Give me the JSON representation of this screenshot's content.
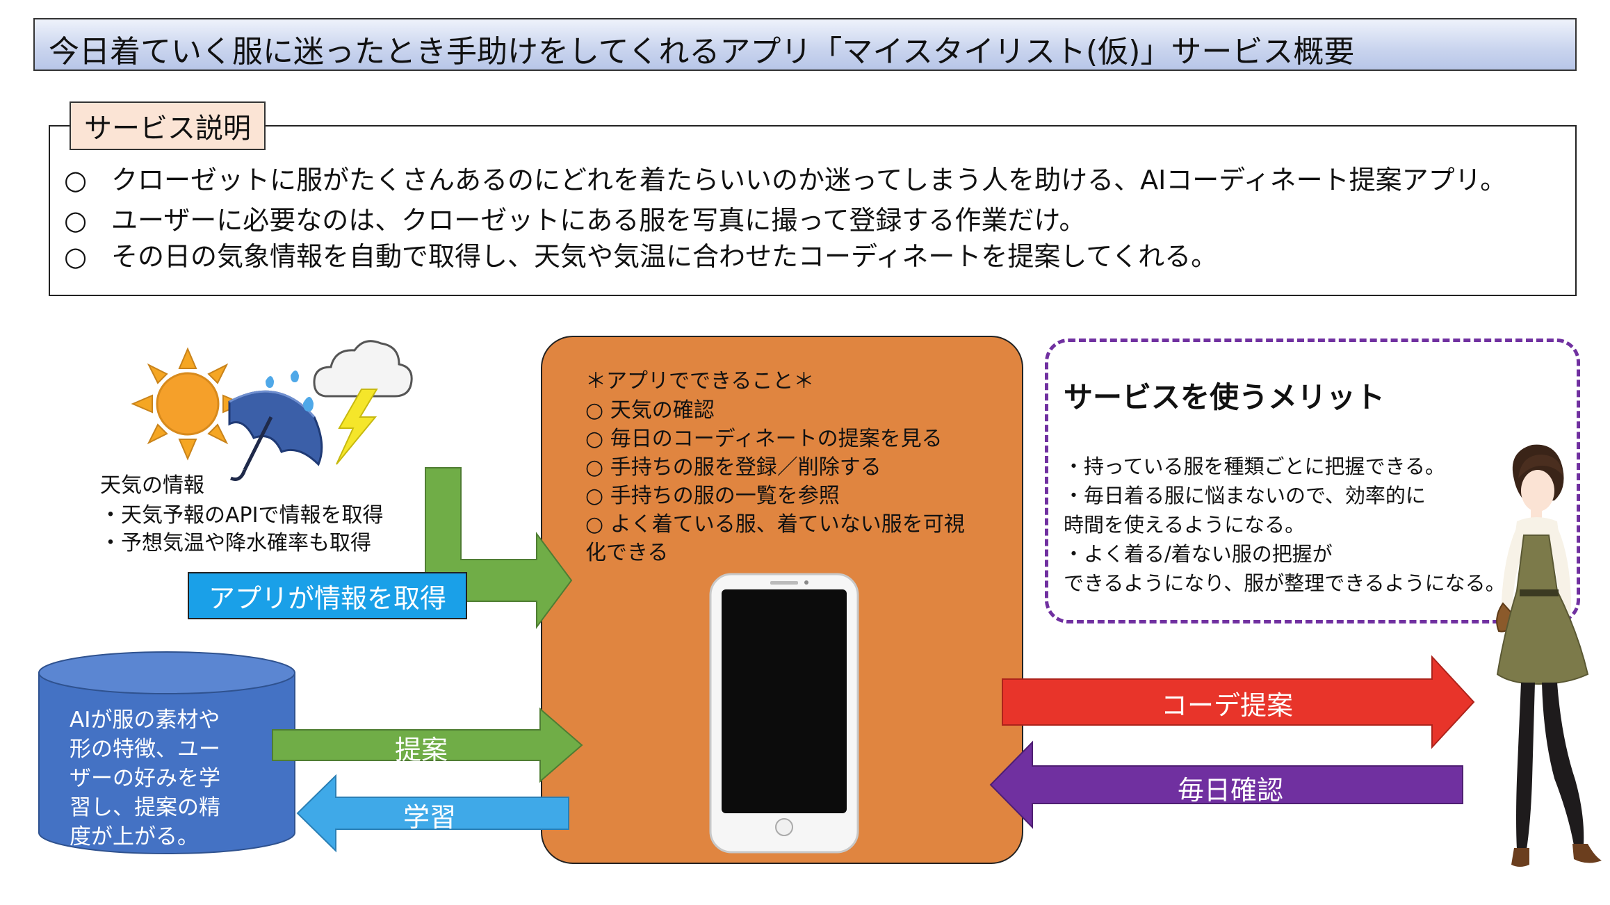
{
  "title": "今日着ていく服に迷ったとき手助けをしてくれるアプリ「マイスタイリスト(仮)」サービス概要",
  "service": {
    "tag": "サービス説明",
    "bullet_mark": "○",
    "items": [
      "クローゼットに服がたくさんあるのにどれを着たらいいのか迷ってしまう人を助ける、AIコーディネート提案アプリ。",
      "ユーザーに必要なのは、クローゼットにある服を写真に撮って登録する作業だけ。",
      "その日の気象情報を自動で取得し、天気や気温に合わせたコーディネートを提案してくれる。"
    ]
  },
  "weather": {
    "heading": "天気の情報",
    "lines": [
      "・天気予報のAPIで情報を取得",
      "・予想気温や降水確率も取得"
    ],
    "label": "アプリが情報を取得",
    "icons": [
      "sun-icon",
      "umbrella-icon",
      "storm-cloud-icon"
    ]
  },
  "app": {
    "heading": "＊アプリでできること＊",
    "items": [
      "○ 天気の確認",
      "○ 毎日のコーディネートの提案を見る",
      "○ 手持ちの服を登録／削除する",
      "○ 手持ちの服の一覧を参照",
      "○ よく着ている服、着ていない服を可視",
      "化できる"
    ]
  },
  "merits": {
    "title": "サービスを使うメリット",
    "lines": [
      "・持っている服を種類ごとに把握できる。",
      "・毎日着る服に悩まないので、効率的に",
      "時間を使えるようになる。",
      "・よく着る/着ない服の把握が",
      "できるようになり、服が整理できるようになる。"
    ]
  },
  "database": {
    "lines": [
      "AIが服の素材や",
      "形の特徴、ユー",
      "ザーの好みを学",
      "習し、提案の精",
      "度が上がる。"
    ]
  },
  "arrows": {
    "propose": "提案",
    "learn": "学習",
    "coord": "コーデ提案",
    "daily": "毎日確認"
  },
  "colors": {
    "orange_panel": "#e08540",
    "merit_border": "#7030a0",
    "green_arrow": "#70ad47",
    "blue_arrow": "#3fa9e8",
    "red_arrow": "#e8342a",
    "purple_arrow": "#7030a0",
    "database": "#4472c4"
  }
}
